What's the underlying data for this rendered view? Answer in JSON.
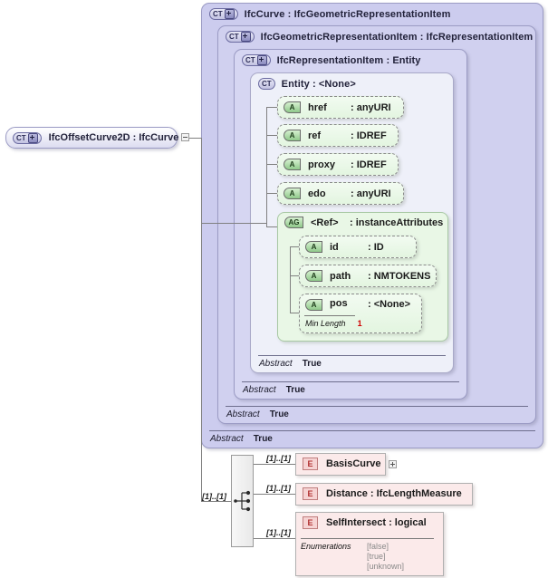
{
  "diagram": {
    "title": "IfcOffsetCurve2D XSD structure",
    "colors": {
      "complex_type_fill": "#ccccee",
      "entity_fill": "#eef0f9",
      "attribute_fill": "#e3f5e0",
      "attribute_group_fill": "#e9f7e6",
      "element_fill": "#fbeaea",
      "connector": "#808080",
      "facet_value": "#d00000"
    }
  },
  "root": {
    "icon": "ct-plus-icon",
    "label": "IfcOffsetCurve2D : IfcCurve",
    "expander": "minus-expander"
  },
  "inheritance": {
    "levels": [
      {
        "icon": "ct-plus-icon",
        "label": "IfcCurve : IfcGeometricRepresentationItem",
        "abstract_key": "Abstract",
        "abstract_value": "True"
      },
      {
        "icon": "ct-plus-icon",
        "label": "IfcGeometricRepresentationItem : IfcRepresentationItem",
        "abstract_key": "Abstract",
        "abstract_value": "True"
      },
      {
        "icon": "ct-plus-icon",
        "label": "IfcRepresentationItem : Entity",
        "abstract_key": "Abstract",
        "abstract_value": "True"
      },
      {
        "icon": "ct-icon",
        "label": "Entity    : <None>",
        "abstract_key": "Abstract",
        "abstract_value": "True"
      }
    ]
  },
  "attributes": [
    {
      "icon": "attribute-icon",
      "name": "href",
      "type": ": anyURI"
    },
    {
      "icon": "attribute-icon",
      "name": "ref",
      "type": ": IDREF"
    },
    {
      "icon": "attribute-icon",
      "name": "proxy",
      "type": ": IDREF"
    },
    {
      "icon": "attribute-icon",
      "name": "edo",
      "type": ": anyURI"
    }
  ],
  "attribute_group": {
    "icon": "attribute-group-icon",
    "name": "<Ref>",
    "type": ": instanceAttributes",
    "members": [
      {
        "icon": "attribute-icon",
        "name": "id",
        "type": ": ID"
      },
      {
        "icon": "attribute-icon",
        "name": "path",
        "type": ": NMTOKENS"
      },
      {
        "icon": "attribute-icon",
        "name": "pos",
        "type": ": <None>",
        "facet_key": "Min Length",
        "facet_value": "1"
      }
    ]
  },
  "sequence": {
    "icon": "sequence-compositor-icon",
    "cardinality": "[1]..[1]",
    "children": [
      {
        "icon": "element-icon",
        "label": "BasisCurve",
        "cardinality": "[1]..[1]",
        "expander": "plus-expander"
      },
      {
        "icon": "element-icon",
        "label": "Distance : IfcLengthMeasure",
        "cardinality": "[1]..[1]"
      },
      {
        "icon": "element-icon",
        "label": "SelfIntersect : logical",
        "cardinality": "[1]..[1]",
        "facet_key": "Enumerations",
        "facet_values": "[false]\n[true]\n[unknown]"
      }
    ]
  }
}
